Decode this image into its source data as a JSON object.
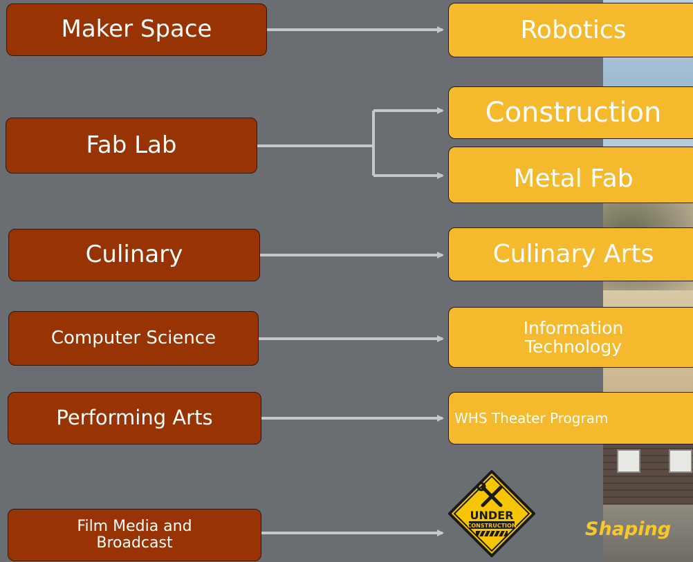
{
  "pathways": [
    {
      "from": "Maker Space",
      "to": [
        "Robotics"
      ]
    },
    {
      "from": "Fab Lab",
      "to": [
        "Construction",
        "Metal Fab"
      ]
    },
    {
      "from": "Culinary",
      "to": [
        "Culinary Arts"
      ]
    },
    {
      "from": "Computer Science",
      "to": [
        "Information Technology"
      ]
    },
    {
      "from": "Performing Arts",
      "to": [
        "WHS Theater Program"
      ]
    },
    {
      "from": "Film Media and Broadcast",
      "to": []
    }
  ],
  "under_construction": {
    "line1": "UNDER",
    "line2": "CONSTRUCTION",
    "icon": "tools-icon"
  },
  "tagline": "Shaping",
  "colors": {
    "background": "#6a6d72",
    "source_box": "#983404",
    "target_box": "#f5b92d",
    "connector": "#c8c8c8",
    "tagline": "#f8c82a"
  }
}
